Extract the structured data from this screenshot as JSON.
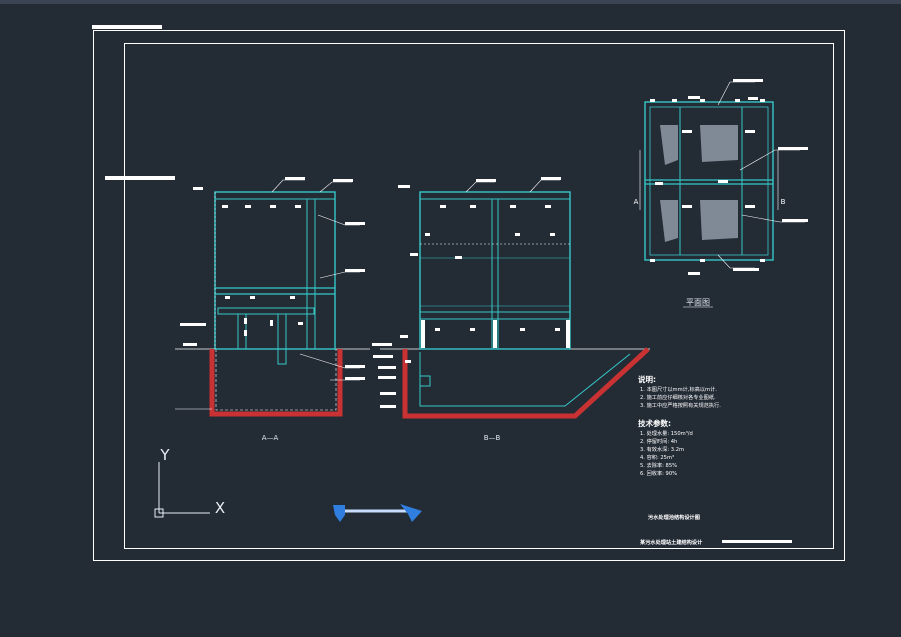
{
  "drawing": {
    "section_a_label": "A—A",
    "section_b_label": "B—B",
    "plan_label": "平面图",
    "section_marker_a": "A",
    "section_marker_b": "B"
  },
  "notes": {
    "title": "说明:",
    "lines": [
      "1. 本图尺寸以mm计,标高以m计.",
      "2. 施工前应仔细核对各专业图纸.",
      "3. 施工中应严格按照有关规范执行."
    ]
  },
  "tech": {
    "title": "技术参数:",
    "lines": [
      "1. 处理水量: 150m³/d",
      "2. 停留时间: 4h",
      "3. 有效水深: 3.2m",
      "4. 容积: 25m³",
      "5. 去除率: 85%",
      "6. 回收率: 90%"
    ]
  },
  "title_block": {
    "drawing_name": "污水处理池结构设计图",
    "project": "某污水处理站土建结构设计"
  },
  "ucs": {
    "y_label": "Y",
    "x_label": "X"
  },
  "colors": {
    "background": "#232b35",
    "frame": "#ffffff",
    "wall": "#35c8c8",
    "earth": "#c83232",
    "annotation": "#ffffff",
    "arrow": "#2f7ee0"
  }
}
